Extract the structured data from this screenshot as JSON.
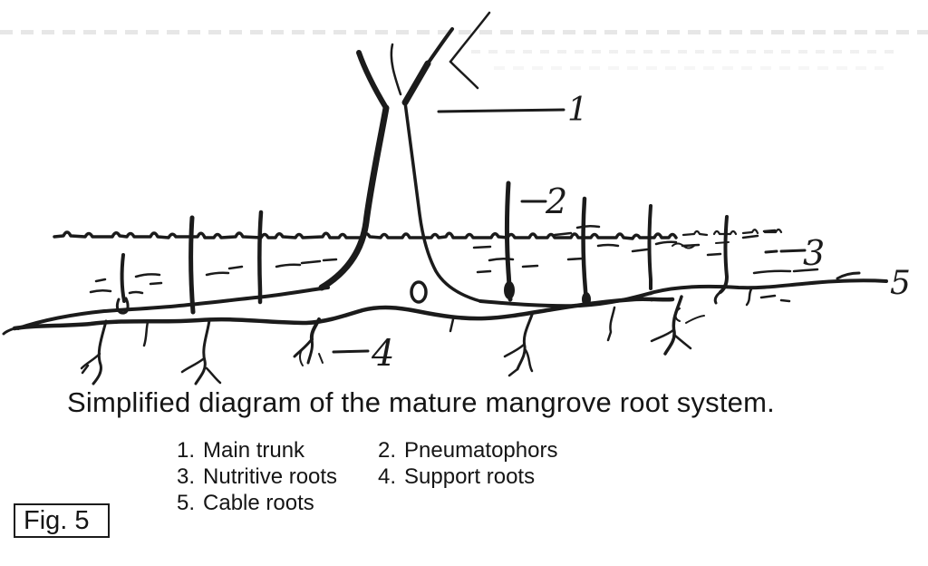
{
  "figure": {
    "caption": "Simplified diagram of the mature mangrove root system.",
    "fig_label": "Fig. 5",
    "ink_color": "#1b1b1b",
    "background": "#ffffff",
    "callouts": [
      "1",
      "2",
      "3",
      "4",
      "5"
    ],
    "legend": [
      {
        "num": "1.",
        "label": "Main trunk"
      },
      {
        "num": "2.",
        "label": "Pneumatophors"
      },
      {
        "num": "3.",
        "label": "Nutritive roots"
      },
      {
        "num": "4.",
        "label": "Support roots"
      },
      {
        "num": "5.",
        "label": "Cable roots"
      }
    ],
    "parts_depicted": [
      "main trunk with branches",
      "water surface line",
      "pneumatophores rising above water",
      "nutritive roots (short dashes under water)",
      "support roots (branched, descending)",
      "cable roots (long horizontal roots)"
    ]
  }
}
